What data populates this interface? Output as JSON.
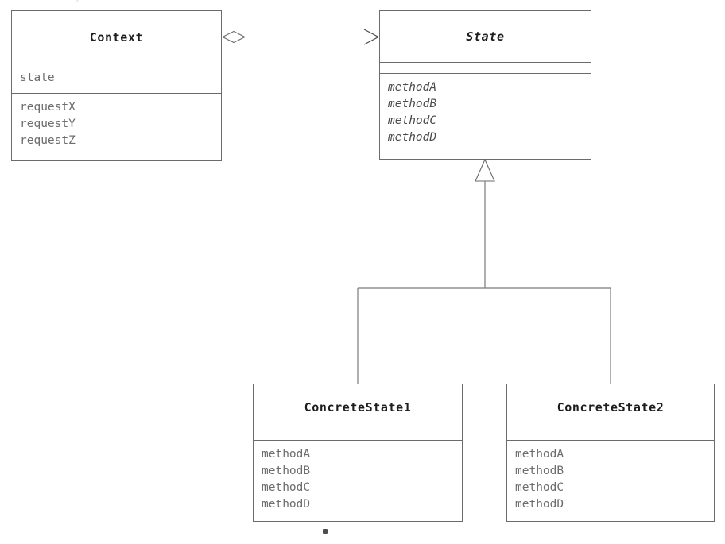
{
  "diagram": {
    "kind": "uml-class-diagram",
    "pattern_name": "State",
    "background_color": "#ffffff",
    "line_color": "#7a7a7a",
    "box_border_color": "#6b6b6b",
    "title_text_color": "#1d1d1d",
    "member_text_color": "#6d6d6d"
  },
  "classes": [
    {
      "id": "context",
      "name": "Context",
      "abstract": false,
      "attributes": [
        "state"
      ],
      "operations": [
        "requestX",
        "requestY",
        "requestZ"
      ],
      "has_empty_attribute_strip": false
    },
    {
      "id": "state",
      "name": "State",
      "abstract": true,
      "attributes": [],
      "operations": [
        "methodA",
        "methodB",
        "methodC",
        "methodD"
      ],
      "has_empty_attribute_strip": true
    },
    {
      "id": "concrete-state-1",
      "name": "ConcreteState1",
      "abstract": false,
      "attributes": [],
      "operations": [
        "methodA",
        "methodB",
        "methodC",
        "methodD"
      ],
      "has_empty_attribute_strip": true
    },
    {
      "id": "concrete-state-2",
      "name": "ConcreteState2",
      "abstract": false,
      "attributes": [],
      "operations": [
        "methodA",
        "methodB",
        "methodC",
        "methodD"
      ],
      "has_empty_attribute_strip": true
    }
  ],
  "relationships": [
    {
      "id": "context-aggregates-state",
      "type": "aggregation",
      "source": "Context",
      "target": "State",
      "source_decoration": "hollow-diamond",
      "target_decoration": "open-arrow",
      "label": ""
    },
    {
      "id": "concrete-state-1-inherits-state",
      "type": "generalization",
      "source": "ConcreteState1",
      "target": "State",
      "target_decoration": "hollow-triangle",
      "label": ""
    },
    {
      "id": "concrete-state-2-inherits-state",
      "type": "generalization",
      "source": "ConcreteState2",
      "target": "State",
      "target_decoration": "hollow-triangle",
      "label": ""
    }
  ]
}
